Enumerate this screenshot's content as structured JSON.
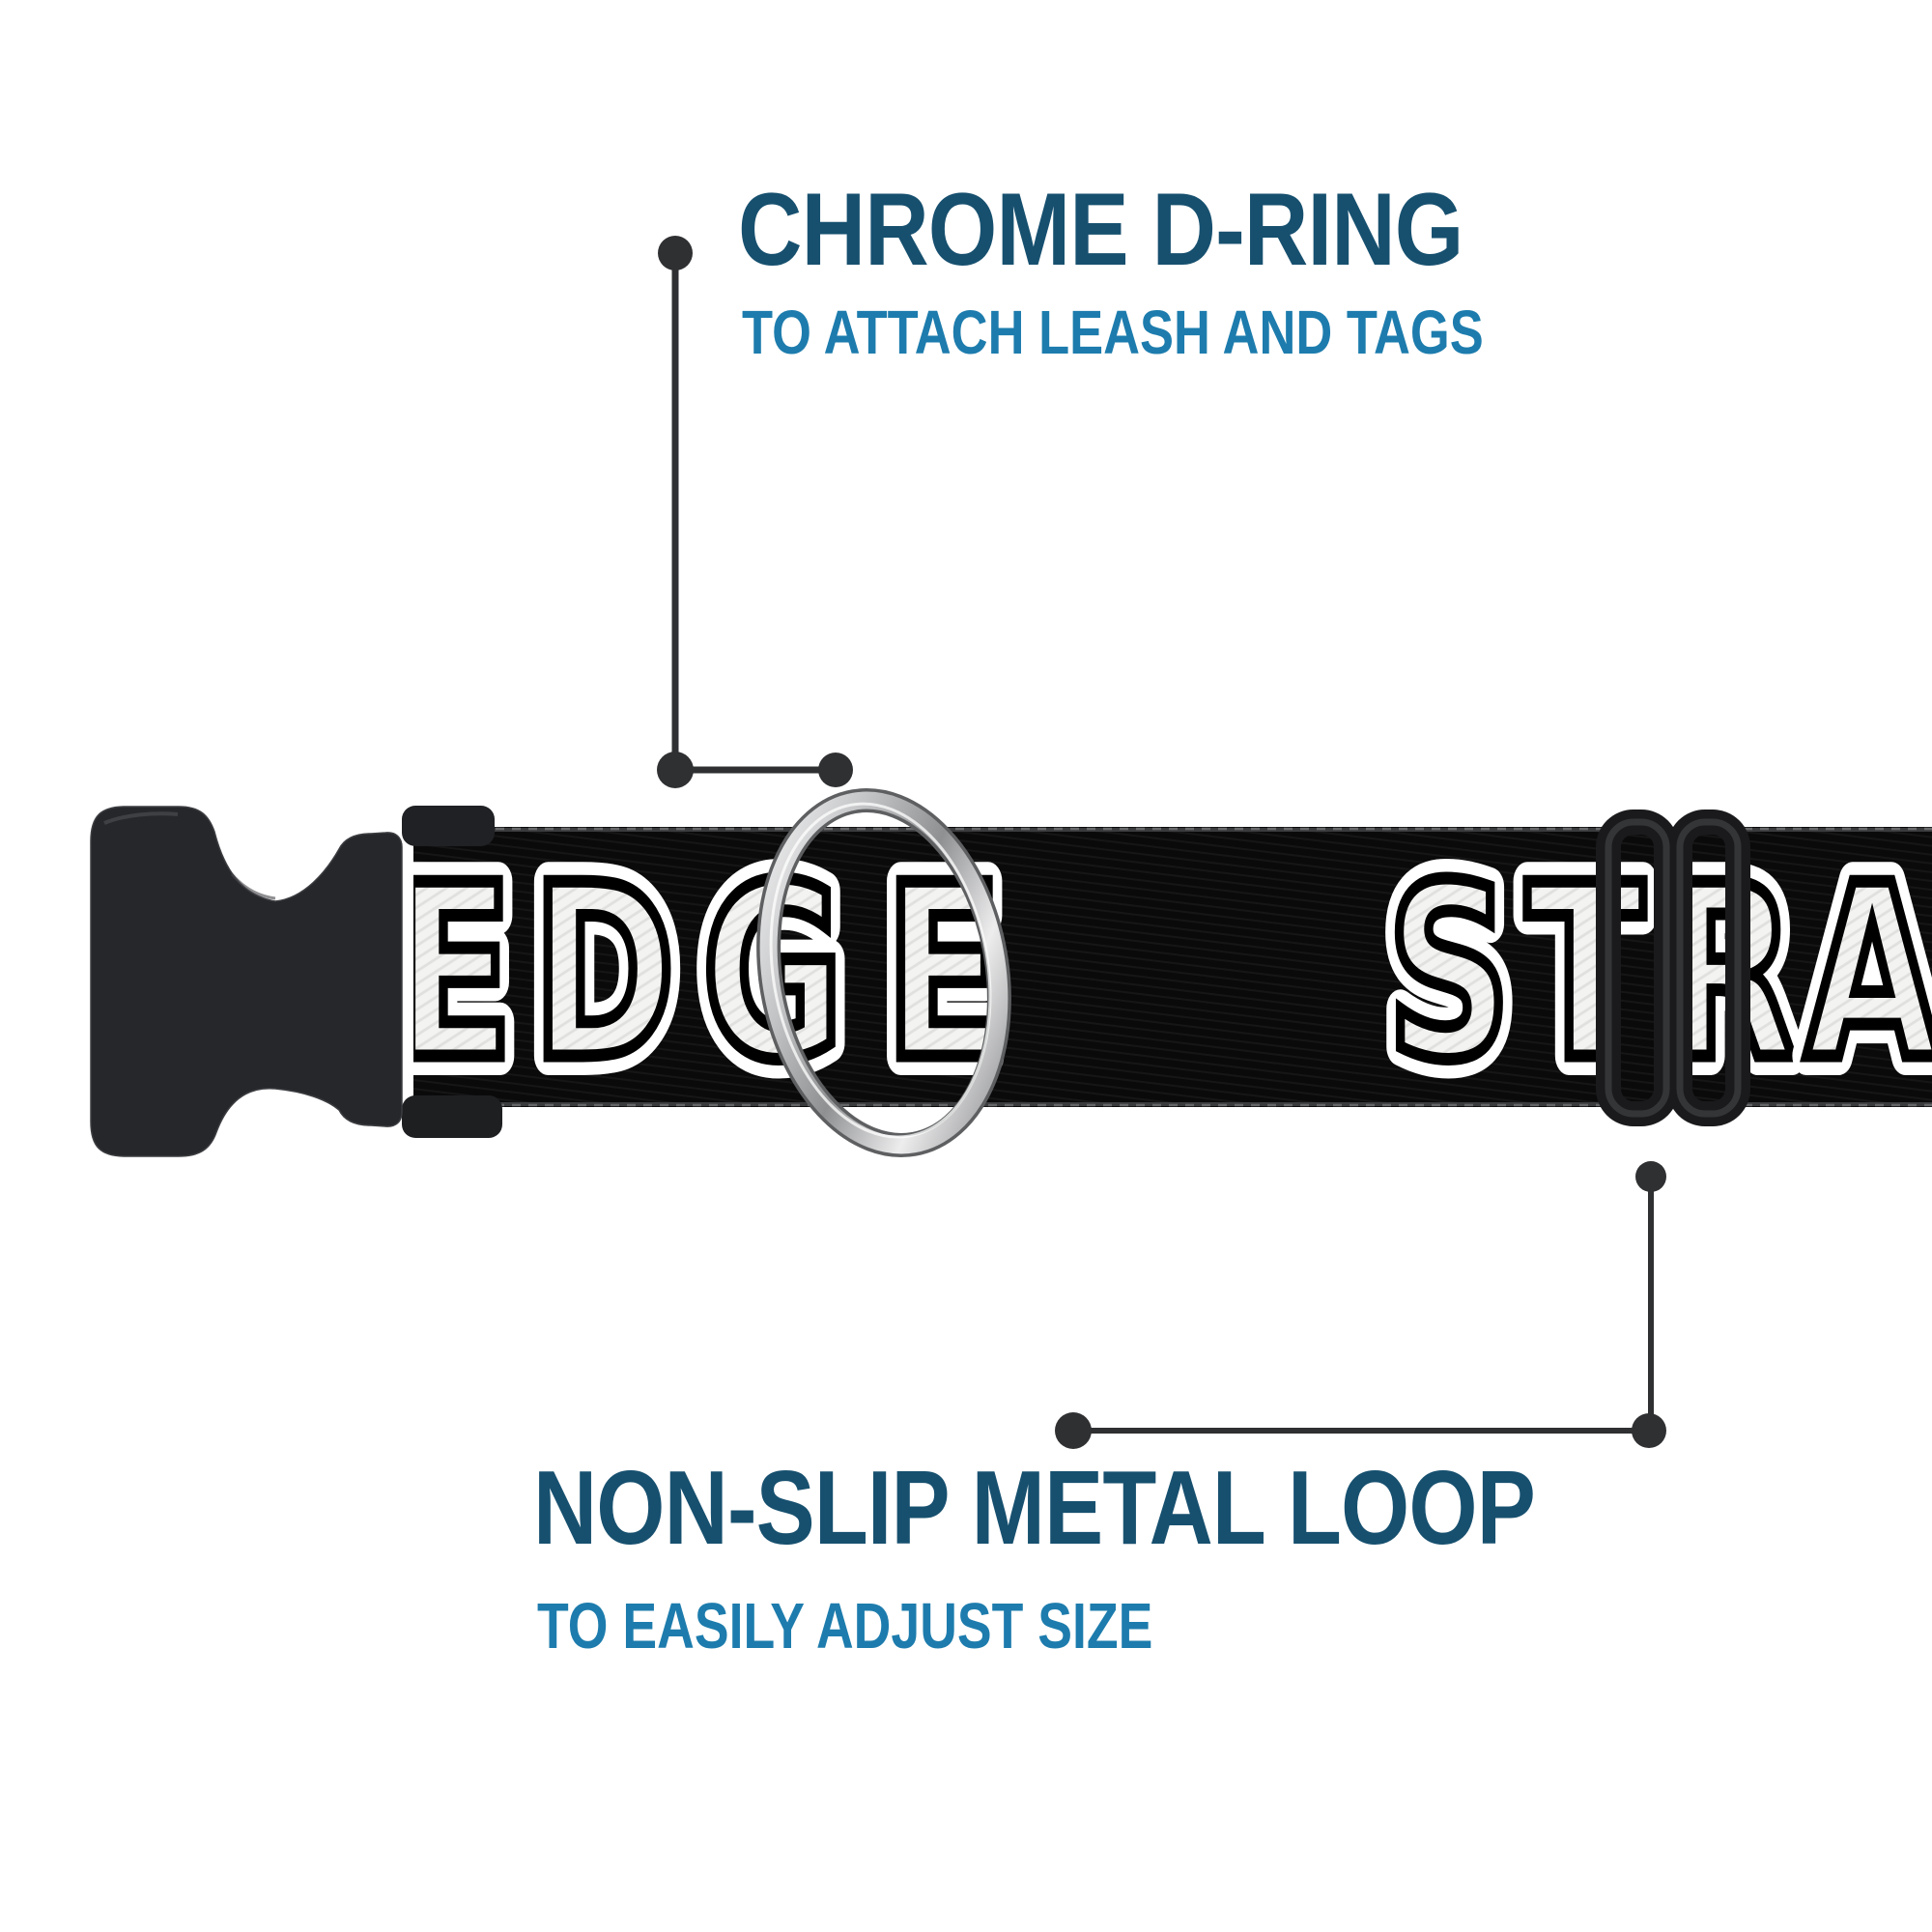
{
  "annotations": {
    "top": {
      "title": "CHROME D-RING",
      "subtitle": "TO ATTACH LEASH AND TAGS"
    },
    "bottom": {
      "title": "NON-SLIP METAL LOOP",
      "subtitle": "TO EASILY ADJUST SIZE"
    }
  },
  "collar": {
    "visible_text_left": "EDGE",
    "visible_text_right": "STRA",
    "left_letters": [
      "E",
      "D",
      "G",
      "E"
    ],
    "right_letters": [
      "S",
      "T",
      "R",
      "A"
    ]
  },
  "colors": {
    "background": "#ffffff",
    "title_navy": "#17506f",
    "subtitle_blue": "#1d7cad",
    "callout_gray": "#2f3032",
    "strap_black": "#0a0a0b",
    "letter_white": "#f3f3f1",
    "buckle_plastic": "#26272a",
    "slider_plastic": "#1a1a1c",
    "chrome_light": "#fafafa",
    "chrome_dark": "#7c7d7f"
  }
}
